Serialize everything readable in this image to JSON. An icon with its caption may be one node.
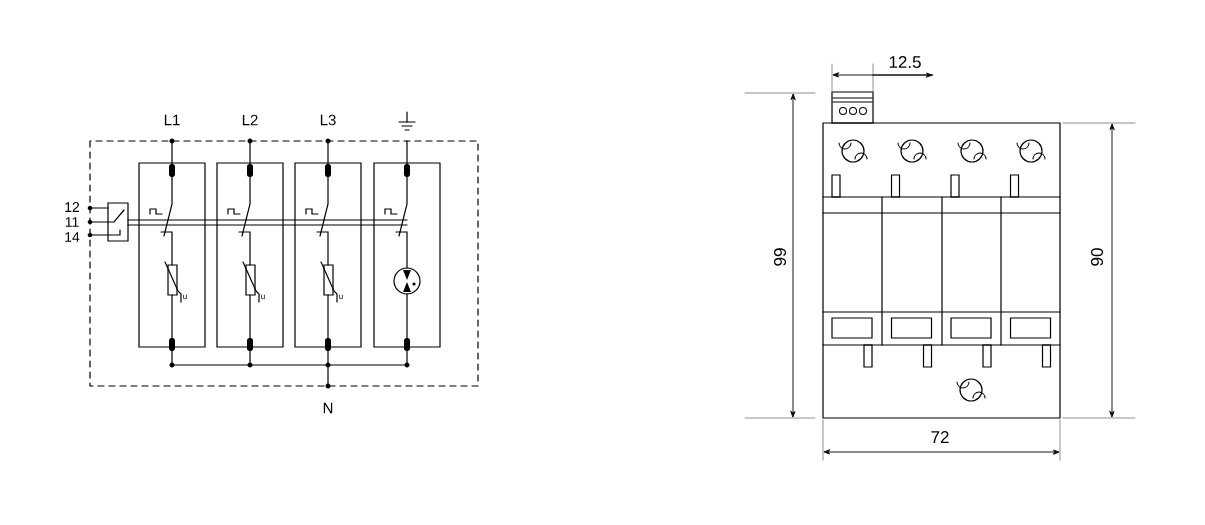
{
  "diagram": {
    "labels": [
      "L1",
      "L2",
      "L3",
      "12",
      "11",
      "14",
      "u",
      "u",
      "u",
      "N",
      "12.5",
      "99",
      "90",
      "72"
    ]
  }
}
